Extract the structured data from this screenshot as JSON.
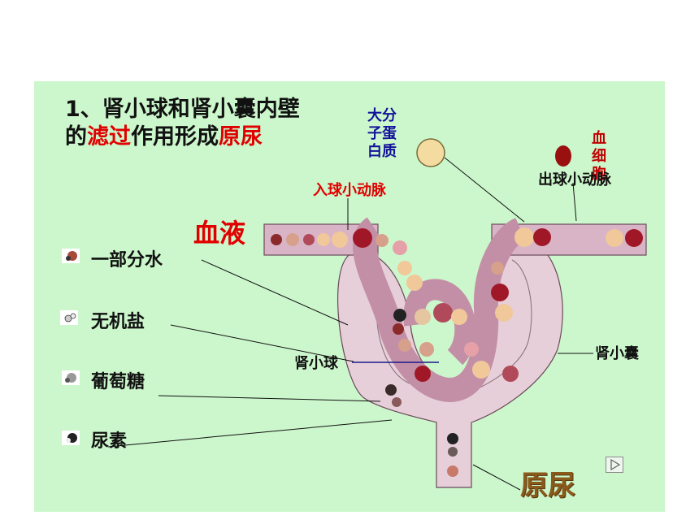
{
  "title": {
    "line1": "1、肾小球和肾小囊内壁",
    "line2_pre": "的",
    "line2_hl1": "滤过",
    "line2_mid": "作用形成",
    "line2_hl2": "原尿"
  },
  "labels": {
    "protein": [
      "大分",
      "子蛋",
      "白质"
    ],
    "afferent": "入球小动脉",
    "efferent": "出球小动脉",
    "blood_cell": [
      "血",
      "细",
      "胞"
    ],
    "blood": "血液",
    "glomerulus": "肾小球",
    "capsule": "肾小囊",
    "primary_urine": "原尿"
  },
  "legend": [
    {
      "label": "一部分水",
      "icon": "water-molecule-icon"
    },
    {
      "label": "无机盐",
      "icon": "salt-molecule-icon"
    },
    {
      "label": "葡萄糖",
      "icon": "glucose-molecule-icon"
    },
    {
      "label": "尿素",
      "icon": "urea-molecule-icon"
    }
  ],
  "colors": {
    "background": "#ccf7cc",
    "highlight": "#e00000",
    "protein_label": "#12129a",
    "vessel": "#d9b4c6",
    "capsule": "#e6cfd8",
    "urine_label": "#8a5a1c"
  }
}
